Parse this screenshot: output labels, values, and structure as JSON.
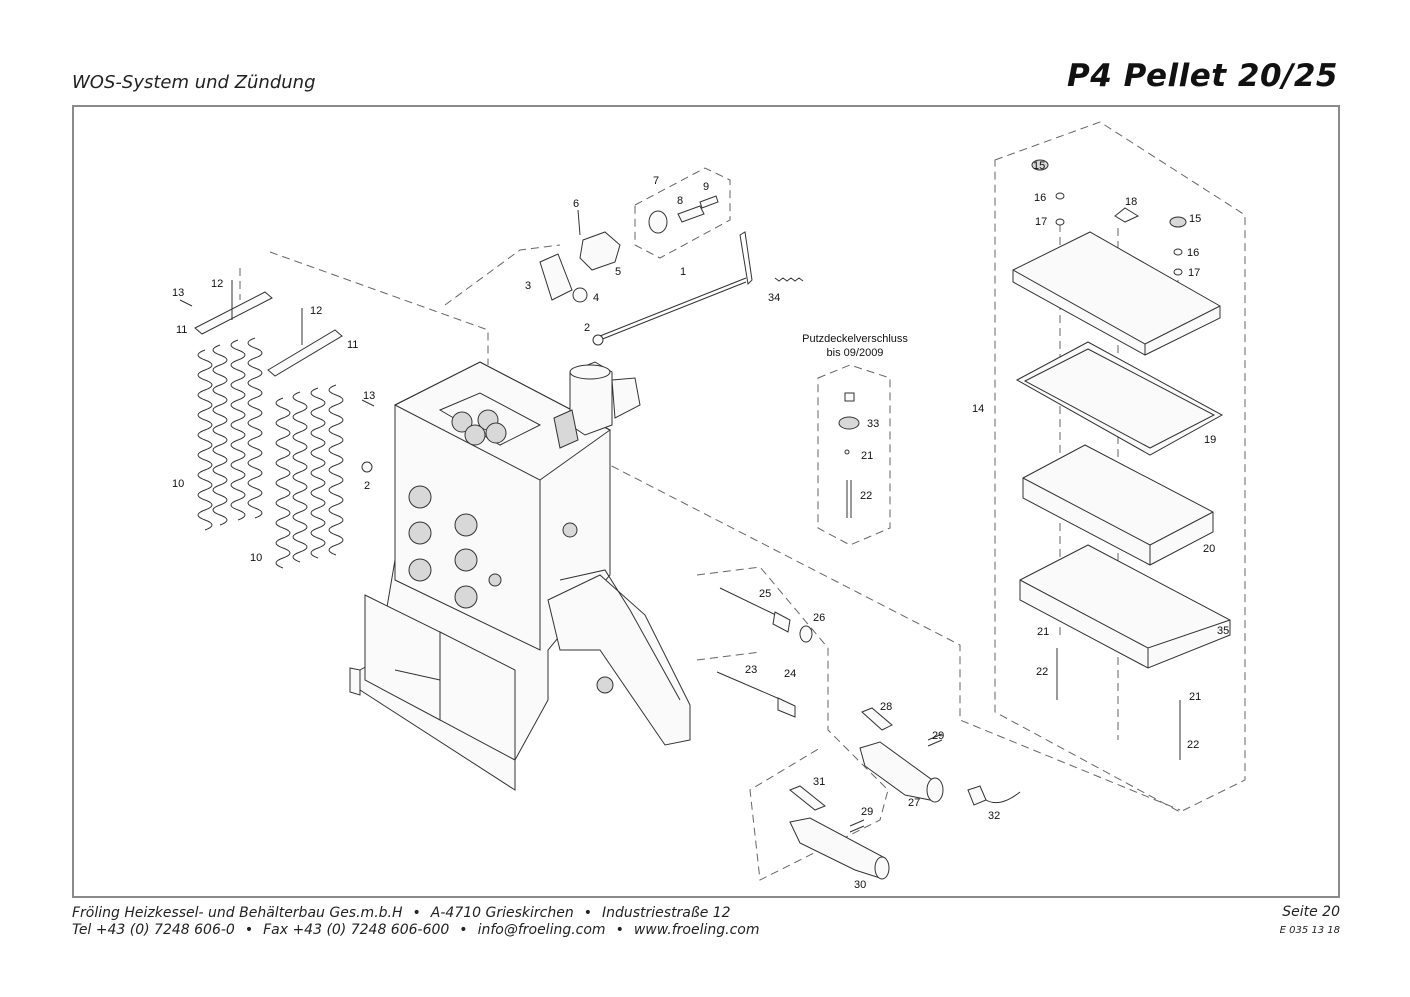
{
  "header": {
    "section_title": "WOS-System und Zündung",
    "product_title": "P4 Pellet 20/25"
  },
  "drawing": {
    "note": [
      "Putzdeckelverschluss",
      "bis 09/2009"
    ],
    "part_labels": [
      "1",
      "2",
      "2",
      "3",
      "4",
      "5",
      "6",
      "7",
      "8",
      "9",
      "10",
      "10",
      "11",
      "11",
      "12",
      "12",
      "13",
      "13",
      "14",
      "15",
      "15",
      "16",
      "16",
      "17",
      "17",
      "18",
      "19",
      "20",
      "21",
      "21",
      "21",
      "22",
      "22",
      "22",
      "23",
      "24",
      "25",
      "26",
      "27",
      "28",
      "29",
      "29",
      "30",
      "31",
      "32",
      "33",
      "34",
      "35"
    ]
  },
  "footer": {
    "company": "Fröling Heizkessel- und Behälterbau Ges.m.b.H",
    "address_city": "A-4710 Grieskirchen",
    "address_street": "Industriestraße 12",
    "phone": "Tel +43 (0) 7248 606-0",
    "fax": "Fax +43 (0) 7248 606-600",
    "email": "info@froeling.com",
    "web": "www.froeling.com",
    "page": "Seite 20",
    "doc_number": "E 035 13 18",
    "separator": "•"
  }
}
